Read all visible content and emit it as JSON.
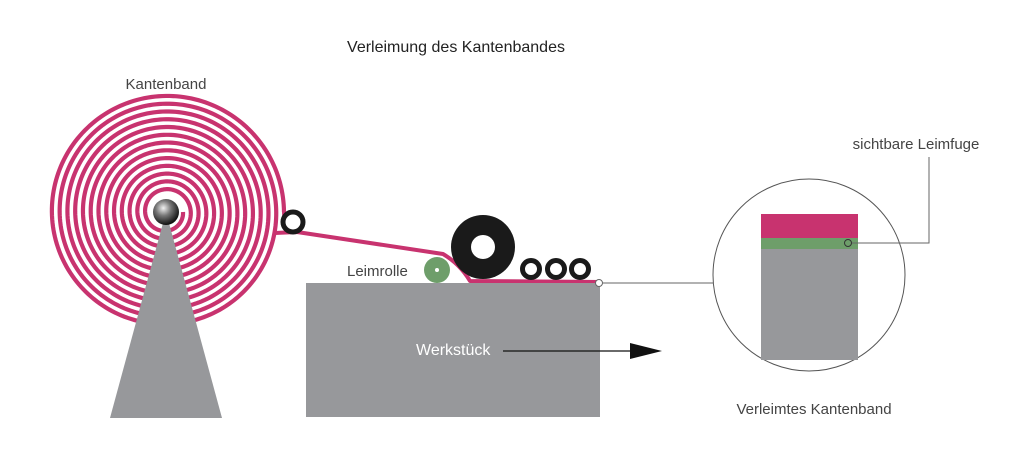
{
  "title": "Verleimung des Kantenbandes",
  "labels": {
    "kantenband": "Kantenband",
    "leimrolle": "Leimrolle",
    "werkstueck": "Werkstück",
    "leimfuge": "sichtbare Leimfuge",
    "verleimt": "Verleimtes Kantenband"
  },
  "colors": {
    "edgeband": "#c8336f",
    "glue": "#6e9e6a",
    "workpiece": "#97989b",
    "stand": "#97989b",
    "roller": "#1a1a1a",
    "line": "#666666"
  }
}
